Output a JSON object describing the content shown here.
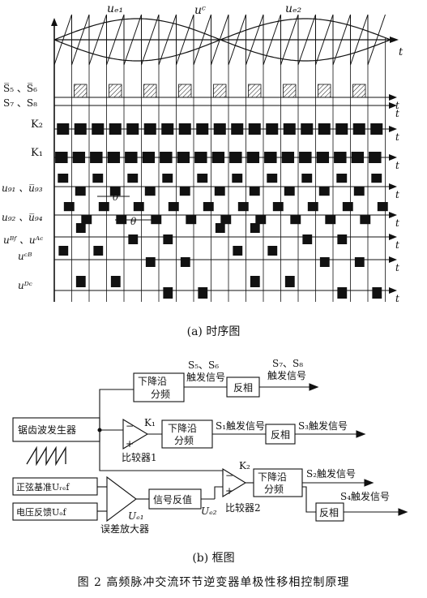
{
  "timing": {
    "wave_labels": {
      "ue1": "uₑ₁",
      "uc": "uᶜ",
      "ue2": "uₑ₂"
    },
    "rows": [
      {
        "id": "s56",
        "label": "S̅₅ 、S̅₆"
      },
      {
        "id": "s78",
        "label": "S₇ 、S₈"
      },
      {
        "id": "k2",
        "label": "K₂"
      },
      {
        "id": "k1",
        "label": "K₁"
      },
      {
        "id": "ug13",
        "label": "u₉₁ 、u̅₉₃"
      },
      {
        "id": "ug24",
        "label": "u₉₂ 、u̅₉₄"
      },
      {
        "id": "ubf",
        "label": "uᴮᶠ 、uᴬᶜ"
      },
      {
        "id": "ucb",
        "label": "uᶜᴮ"
      },
      {
        "id": "udc",
        "label": "uᴰᶜ"
      }
    ],
    "axis_t": "t",
    "theta": "θ",
    "caption": "(a)  时序图"
  },
  "block": {
    "sawtooth_gen": "锯齿波发生器",
    "divider_top": [
      "下降沿",
      "分频"
    ],
    "s56_trigger": [
      "S₅、S₆",
      "触发信号"
    ],
    "s78_trigger": [
      "S₇、S₈",
      "触发信号"
    ],
    "invert": "反相",
    "k1": "K₁",
    "comparator1": "比较器1",
    "divider_mid": [
      "下降沿",
      "分频"
    ],
    "s1_trigger": "S₁触发信号",
    "s3_trigger": "S₃触发信号",
    "k2": "K₂",
    "divider_low": [
      "下降沿",
      "分频"
    ],
    "s2_trigger": "S₂触发信号",
    "s4_trigger": "S₄触发信号",
    "sine_ref": "正弦基准Uᵣₑf",
    "volt_fb": "电压反馈Uₒf",
    "err_amp": "误差放大器",
    "ue1": "Uₑ₁",
    "sig_inv": "信号反值",
    "ue2": "Uₑ₂",
    "comparator2": "比较器2",
    "plus": "+",
    "minus": "−",
    "caption": "(b)  框图"
  },
  "figure_caption": "图 2   高频脉冲交流环节逆变器单极性移相控制原理"
}
